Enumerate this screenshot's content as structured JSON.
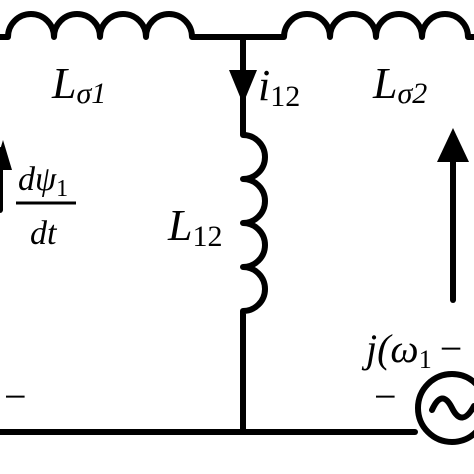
{
  "labels": {
    "l_sigma1_main": "L",
    "l_sigma1_sub": "σ1",
    "l_sigma2_main": "L",
    "l_sigma2_sub": "σ2",
    "i12_main": "i",
    "i12_sub": "12",
    "l12_main": "L",
    "l12_sub": "12",
    "dpsi_num_main": "dψ",
    "dpsi_num_sub": "1",
    "dpsi_den": "dt",
    "jw_main": "j(ω",
    "jw_sub": "1",
    "jw_trailing": "−",
    "minus_left": "−",
    "minus_right": "−"
  },
  "colors": {
    "wire": "#000000",
    "background": "#ffffff"
  }
}
